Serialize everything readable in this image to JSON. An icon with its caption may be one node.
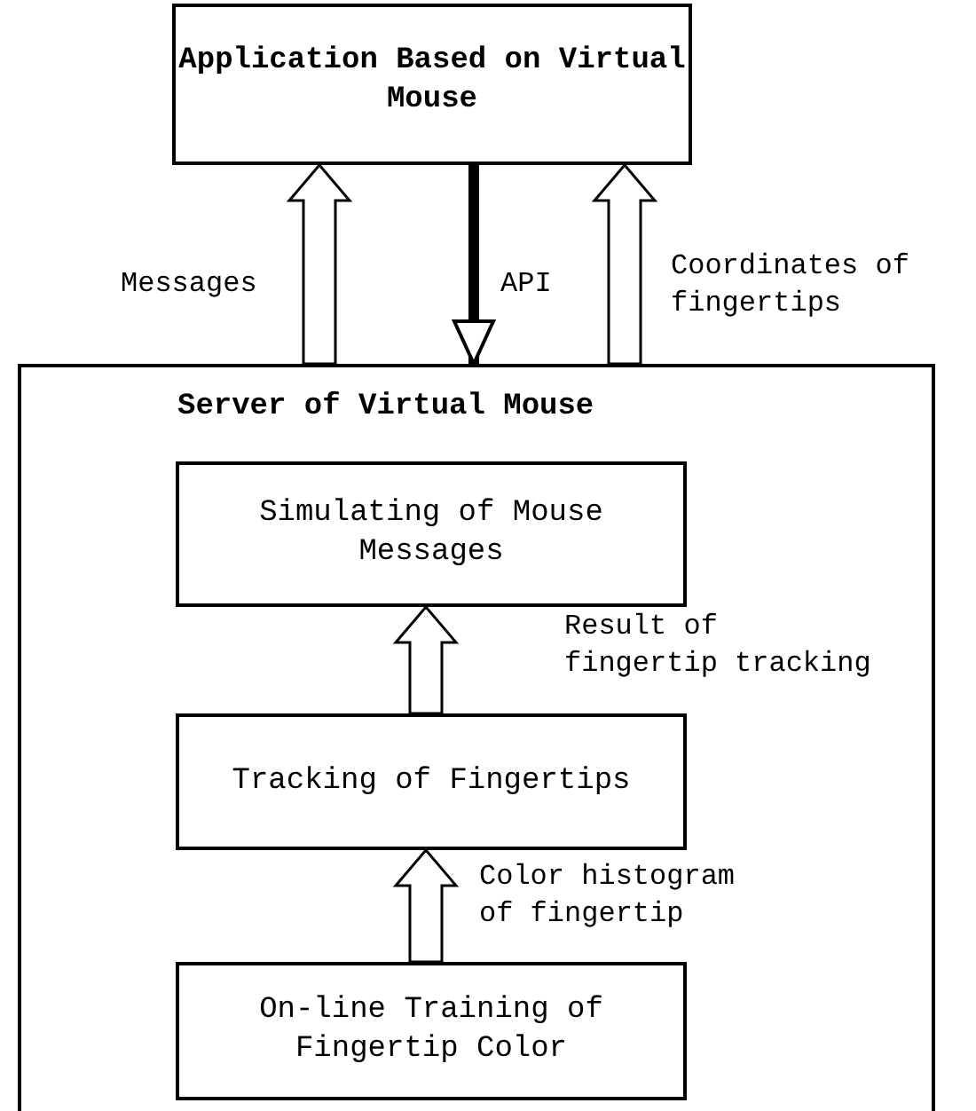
{
  "diagram": {
    "nodes": [
      {
        "text": [
          "Application Based on Virtual Mouse"
        ]
      },
      {
        "text": [
          "Server of Virtual Mouse"
        ]
      },
      {
        "text": [
          "Simulating of Mouse Messages"
        ],
        "in": 1
      },
      {
        "text": [
          "Tracking of Fingertips"
        ],
        "in": 1
      },
      {
        "text": [
          "On-line Training of Fingertip Color"
        ],
        "in": 1
      }
    ],
    "edges": [
      {
        "from": 1,
        "to": 0,
        "arrow": "to",
        "label": "Messages",
        "style": "thick"
      },
      {
        "from": 0,
        "to": 1,
        "arrow": "to",
        "label": "API"
      },
      {
        "from": 1,
        "to": 0,
        "arrow": "to",
        "label": "Coordinates of fingertips",
        "style": "thick"
      },
      {
        "from": 3,
        "to": 2,
        "arrow": "to",
        "label": "Result of fingertip tracking",
        "style": "thick"
      },
      {
        "from": 4,
        "to": 3,
        "arrow": "to",
        "label": "Color histogram of fingertip",
        "style": "thick"
      }
    ]
  }
}
